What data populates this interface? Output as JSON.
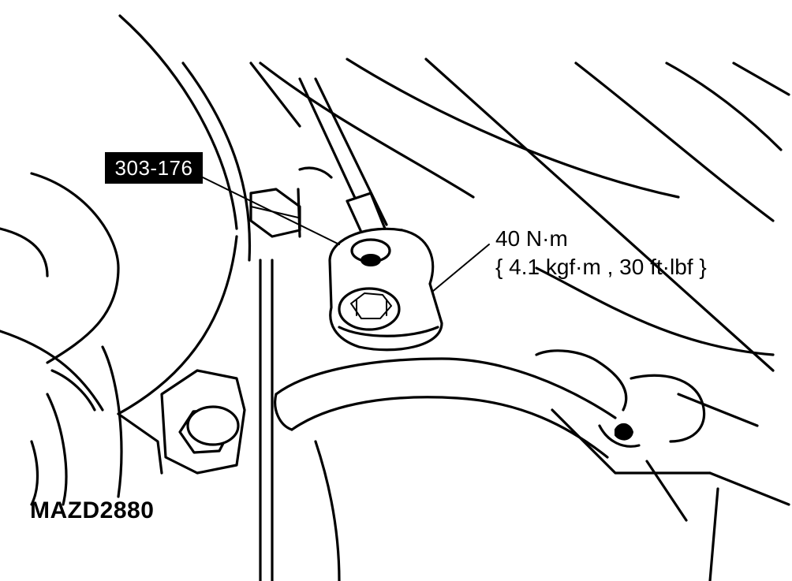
{
  "callouts": {
    "tool_number": "303-176",
    "torque_value": "40 N·m",
    "torque_conversion": "{ 4.1 kgf·m , 30 ft·lbf }"
  },
  "figure_code": "MAZD2880",
  "colors": {
    "line": "#000000",
    "background": "#ffffff",
    "tag_fill": "#000000",
    "tag_text": "#ffffff"
  }
}
